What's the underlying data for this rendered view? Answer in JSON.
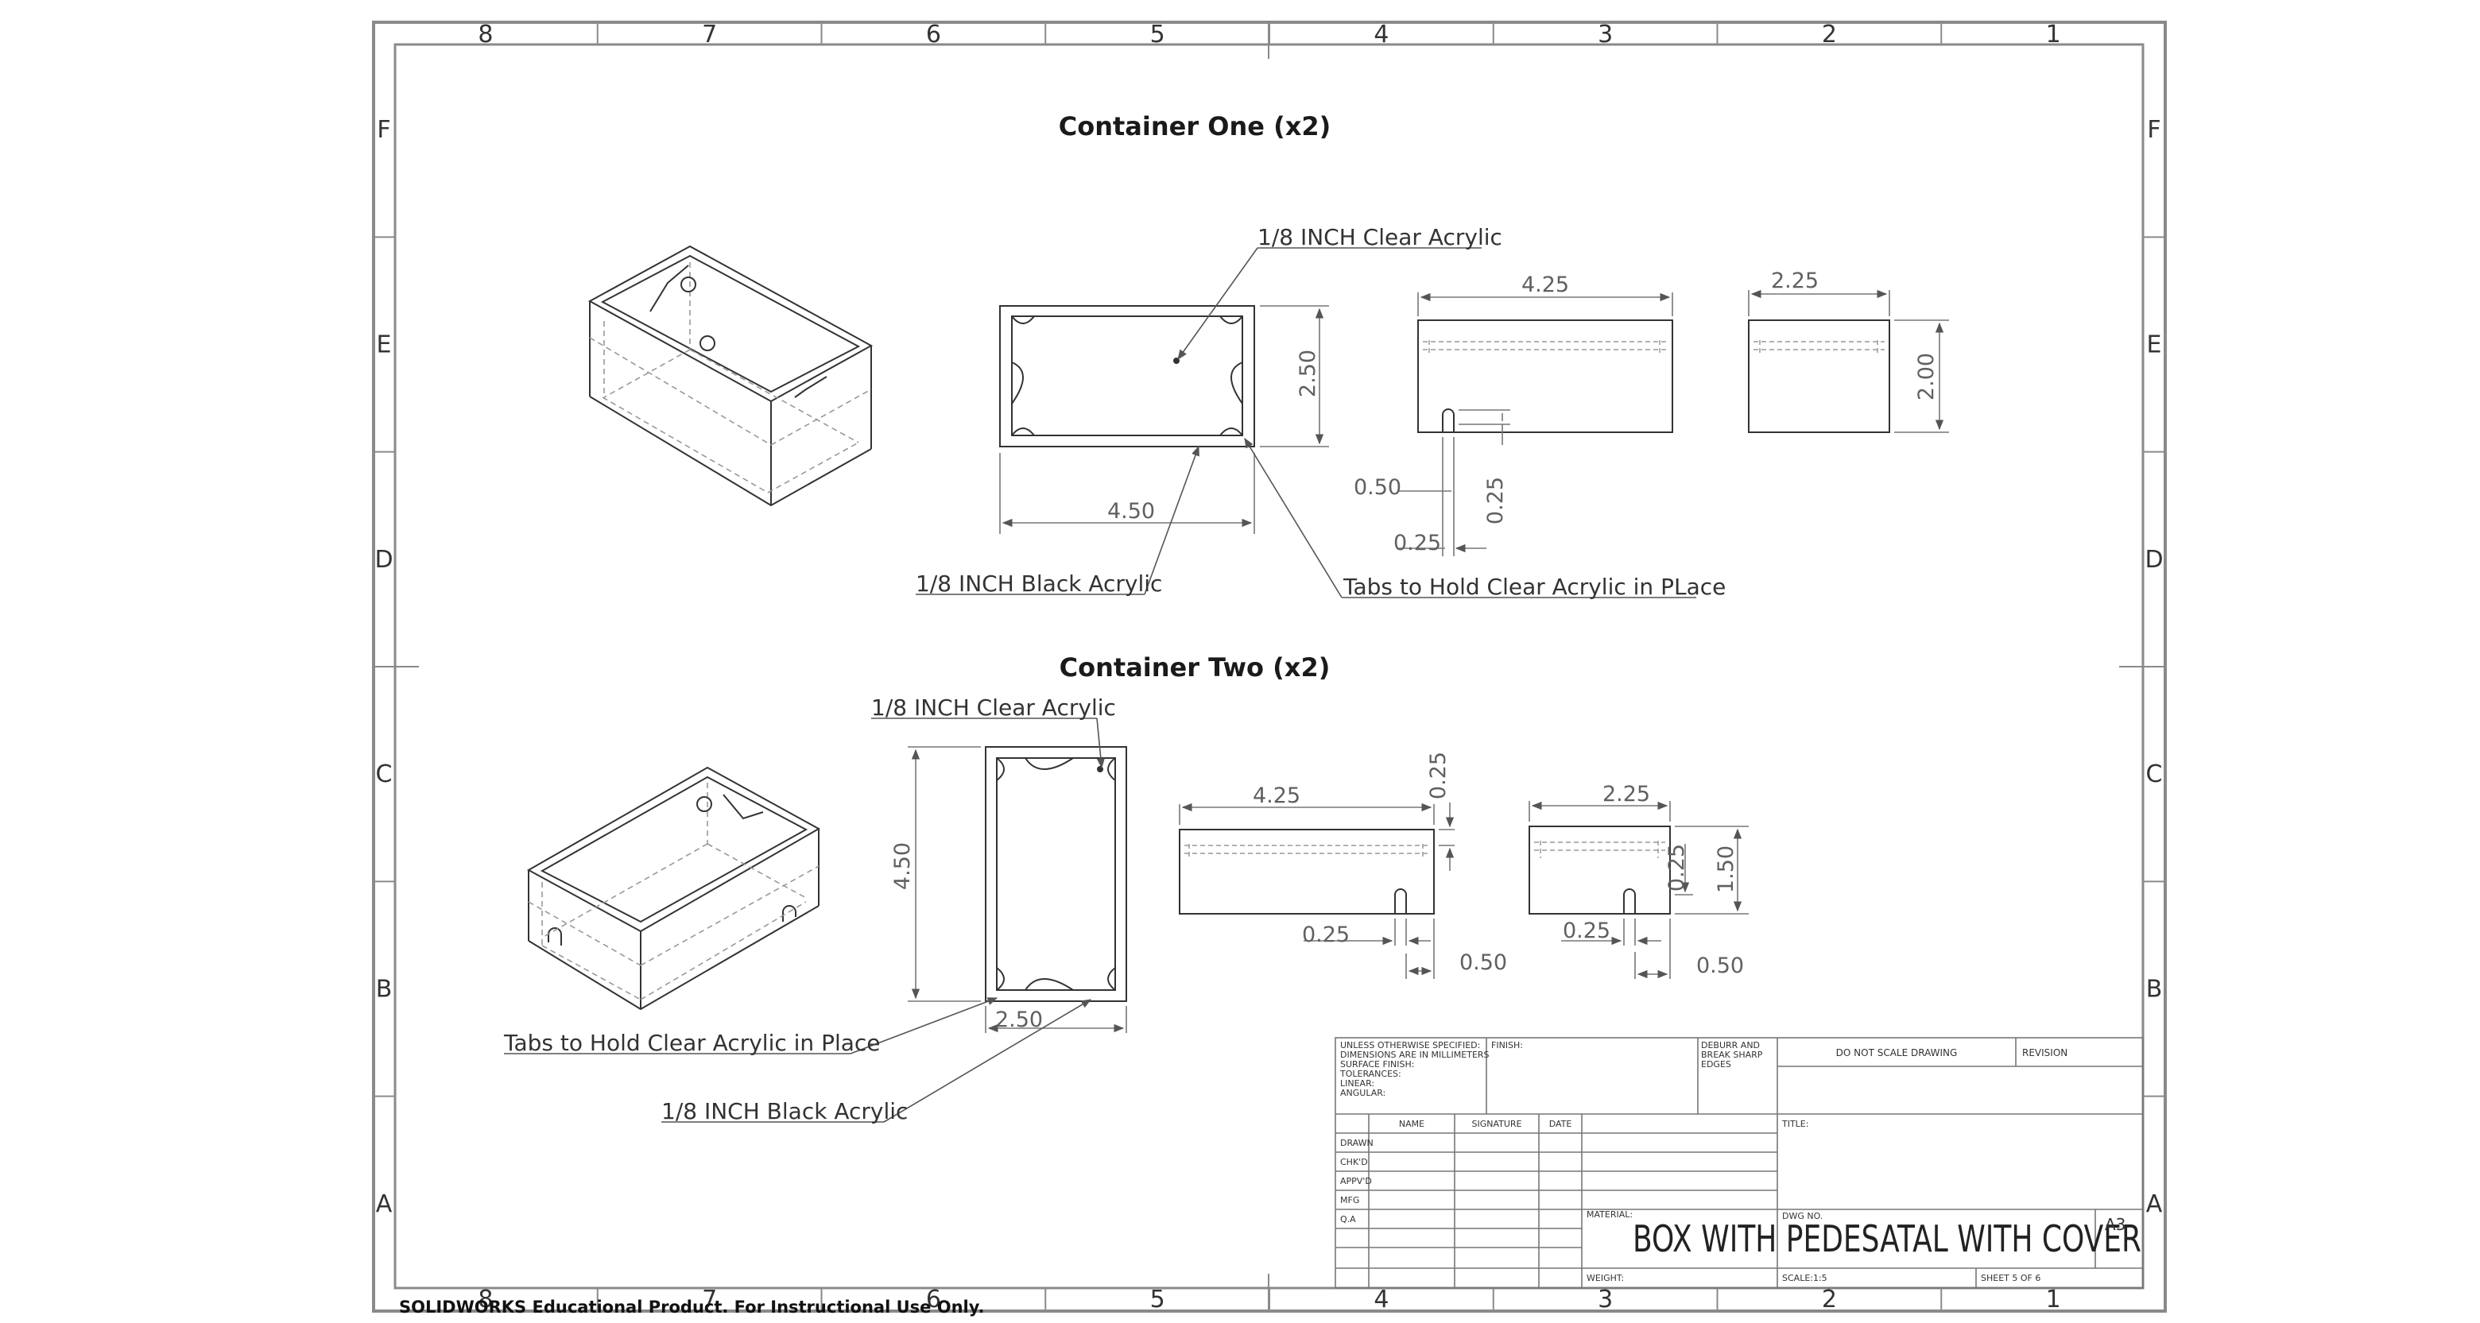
{
  "zones": {
    "columns": [
      "8",
      "7",
      "6",
      "5",
      "4",
      "3",
      "2",
      "1"
    ],
    "rows": [
      "F",
      "E",
      "D",
      "C",
      "B",
      "A"
    ]
  },
  "container_one": {
    "title": "Container One (x2)",
    "note_clear": "1/8 INCH Clear Acrylic",
    "note_black": "1/8 INCH Black Acrylic",
    "note_tabs": "Tabs to Hold Clear Acrylic in PLace",
    "dims": {
      "top_width": "4.50",
      "top_height": "2.50",
      "front_width": "4.25",
      "side_width": "2.25",
      "side_height": "2.00",
      "slot_offset": "0.50",
      "slot_depth": "0.25",
      "slot_width": "0.25"
    }
  },
  "container_two": {
    "title": "Container Two (x2)",
    "note_clear": "1/8 INCH Clear Acrylic",
    "note_tabs": "Tabs to Hold Clear Acrylic in Place",
    "note_black": "1/8 INCH Black Acrylic",
    "dims": {
      "top_height": "4.50",
      "top_width": "2.50",
      "front_width": "4.25",
      "front_offset": "0.25",
      "front_slot": "0.25",
      "front_edge": "0.50",
      "side_width": "2.25",
      "side_slot_depth": "0.25",
      "side_height": "1.50",
      "side_slot": "0.25",
      "side_edge": "0.50"
    }
  },
  "title_block": {
    "tolerance_lines": [
      "UNLESS OTHERWISE SPECIFIED:",
      "DIMENSIONS ARE IN MILLIMETERS",
      "SURFACE FINISH:",
      "TOLERANCES:",
      "   LINEAR:",
      "   ANGULAR:"
    ],
    "finish": "FINISH:",
    "deburr_lines": [
      "DEBURR AND",
      "BREAK SHARP",
      "EDGES"
    ],
    "do_not_scale": "DO NOT SCALE DRAWING",
    "revision": "REVISION",
    "col_name": "NAME",
    "col_signature": "SIGNATURE",
    "col_date": "DATE",
    "rows": [
      "DRAWN",
      "CHK'D",
      "APPV'D",
      "MFG",
      "Q.A"
    ],
    "title_label": "TITLE:",
    "material": "MATERIAL:",
    "dwg_no": "DWG NO.",
    "drawing_title": "BOX WITH PEDESATAL WITH COVER",
    "size": "A3",
    "weight": "WEIGHT:",
    "scale": "SCALE:1:5",
    "sheet": "SHEET 5 OF 6"
  },
  "watermark": "SOLIDWORKS Educational Product. For Instructional Use Only."
}
